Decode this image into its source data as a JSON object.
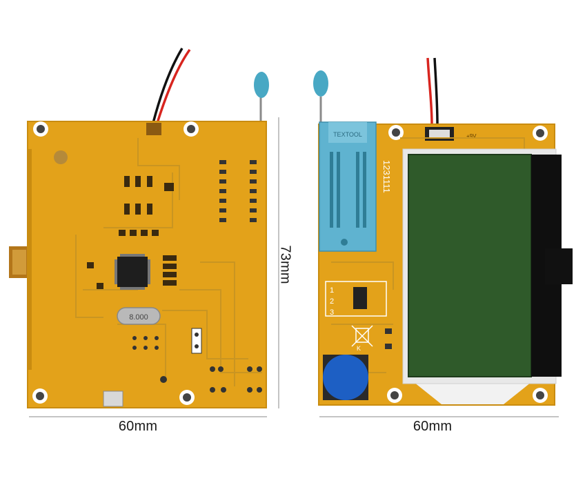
{
  "dimensions": {
    "width_left": "60mm",
    "width_right": "60mm",
    "height": "73mm"
  },
  "components": {
    "crystal_marking": "8.000",
    "zif_brand": "TEXTOOL",
    "pin_numbers": "1231111",
    "marker_1": "1",
    "marker_2": "2",
    "marker_3": "3",
    "button_label": "K",
    "connector_label": "+9V"
  },
  "colors": {
    "pcb": "#e3a21a",
    "pcb_edge": "#c98c10",
    "trace": "#c99522",
    "lcd": "#2f5a2a",
    "zif": "#5fb3d0",
    "button": "#1d5fc4",
    "wire_red": "#d8251f"
  }
}
